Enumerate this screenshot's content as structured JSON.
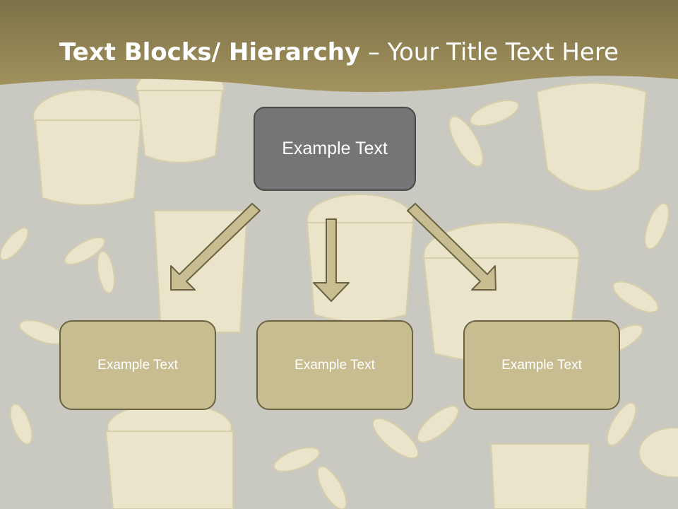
{
  "slide": {
    "title_bold": "Text Blocks/ Hierarchy",
    "title_dash": " – ",
    "title_rest": "Your Title Text Here"
  },
  "hierarchy": {
    "top_label": "Example Text",
    "children": [
      {
        "label": "Example Text"
      },
      {
        "label": "Example Text"
      },
      {
        "label": "Example Text"
      }
    ]
  },
  "colors": {
    "header_band": "#9c8e5c",
    "background": "#c9c9c2",
    "top_box_fill": "#757575",
    "child_box_fill": "#c8bd91",
    "arrow_fill": "#c8bd91"
  }
}
